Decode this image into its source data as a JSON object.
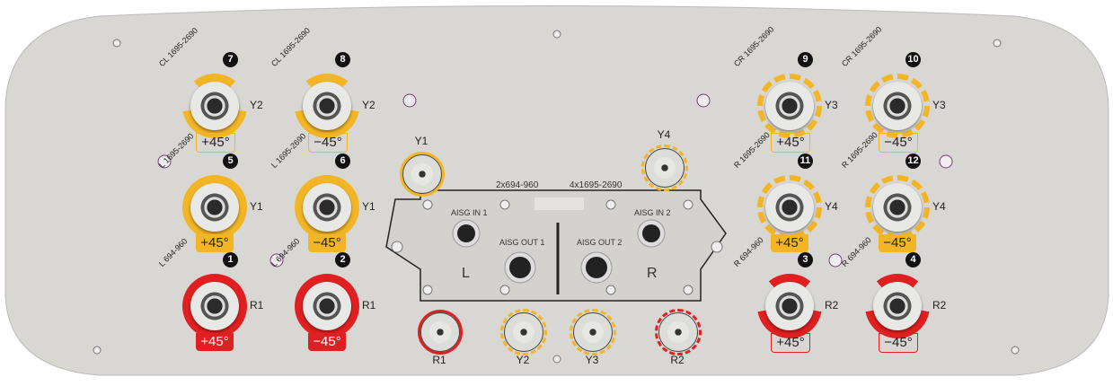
{
  "colors": {
    "panel": "#d8d7d3",
    "yellow": "#f2b526",
    "red": "#e02020"
  },
  "ports": [
    {
      "number": "7",
      "band": "CL 1695-2690",
      "tag": "Y2",
      "pol": "+45°",
      "color": "yellow",
      "style": "partial",
      "label": "outline"
    },
    {
      "number": "8",
      "band": "CL 1695-2690",
      "tag": "Y2",
      "pol": "−45°",
      "color": "yellow",
      "style": "partial",
      "label": "outline"
    },
    {
      "number": "5",
      "band": "L 1695-2690",
      "tag": "Y1",
      "pol": "+45°",
      "color": "yellow",
      "style": "full",
      "label": "filled"
    },
    {
      "number": "6",
      "band": "L 1695-2690",
      "tag": "Y1",
      "pol": "−45°",
      "color": "yellow",
      "style": "full",
      "label": "filled"
    },
    {
      "number": "1",
      "band": "L 694-960",
      "tag": "R1",
      "pol": "+45°",
      "color": "red",
      "style": "full",
      "label": "filled"
    },
    {
      "number": "2",
      "band": "L 694-960",
      "tag": "R1",
      "pol": "−45°",
      "color": "red",
      "style": "full",
      "label": "filled"
    },
    {
      "number": "9",
      "band": "CR 1695-2690",
      "tag": "Y3",
      "pol": "+45°",
      "color": "yellow",
      "style": "dashed",
      "label": "outline"
    },
    {
      "number": "10",
      "band": "CR 1695-2690",
      "tag": "Y3",
      "pol": "−45°",
      "color": "yellow",
      "style": "dashed",
      "label": "outline"
    },
    {
      "number": "11",
      "band": "R 1695-2690",
      "tag": "Y4",
      "pol": "+45°",
      "color": "yellow",
      "style": "dashed",
      "label": "filled"
    },
    {
      "number": "12",
      "band": "R 1695-2690",
      "tag": "Y4",
      "pol": "−45°",
      "color": "yellow",
      "style": "dashed",
      "label": "filled"
    },
    {
      "number": "3",
      "band": "R 694-960",
      "tag": "R2",
      "pol": "+45°",
      "color": "red",
      "style": "partial",
      "label": "outline"
    },
    {
      "number": "4",
      "band": "R 694-960",
      "tag": "R2",
      "pol": "−45°",
      "color": "red",
      "style": "partial",
      "label": "outline"
    }
  ],
  "dials": [
    {
      "label": "Y1",
      "color": "yellow",
      "style": "full"
    },
    {
      "label": "Y4",
      "color": "yellow",
      "style": "dashed"
    },
    {
      "label": "R1",
      "color": "red",
      "style": "full"
    },
    {
      "label": "Y2",
      "color": "yellow",
      "style": "partial"
    },
    {
      "label": "Y3",
      "color": "yellow",
      "style": "dashed"
    },
    {
      "label": "R2",
      "color": "red",
      "style": "partial"
    }
  ],
  "aisg": {
    "band_left": "2x694-960",
    "band_right": "4x1695-2690",
    "in1": "AISG IN 1",
    "out1": "AISG OUT 1",
    "in2": "AISG IN 2",
    "out2": "AISG OUT 2",
    "side_left": "L",
    "side_right": "R"
  }
}
